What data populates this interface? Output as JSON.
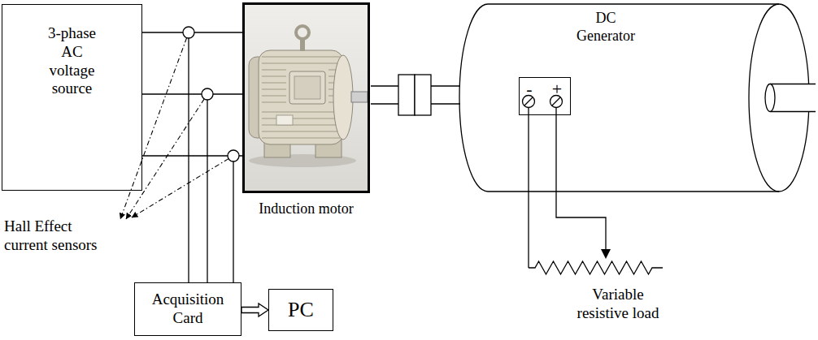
{
  "diagram": {
    "nodes": [
      {
        "text": [
          "3-phase AC voltage source"
        ]
      },
      {
        "text": [
          "Induction motor"
        ]
      },
      {
        "text": [
          "DC Generator"
        ]
      },
      {
        "text": [
          "-",
          "+"
        ],
        "in": 2
      },
      {
        "text": [
          "Acquisition Card"
        ]
      },
      {
        "text": [
          "PC"
        ]
      }
    ],
    "edges": [
      {
        "from": 0,
        "to": 1,
        "arrow": "none"
      },
      {
        "from": 0,
        "to": 1,
        "arrow": "none"
      },
      {
        "from": 0,
        "to": 1,
        "arrow": "none"
      },
      {
        "from": 4,
        "to": 5,
        "arrow": "to"
      }
    ],
    "labels": [
      "Hall Effect current sensors",
      "Variable resistive load"
    ]
  }
}
